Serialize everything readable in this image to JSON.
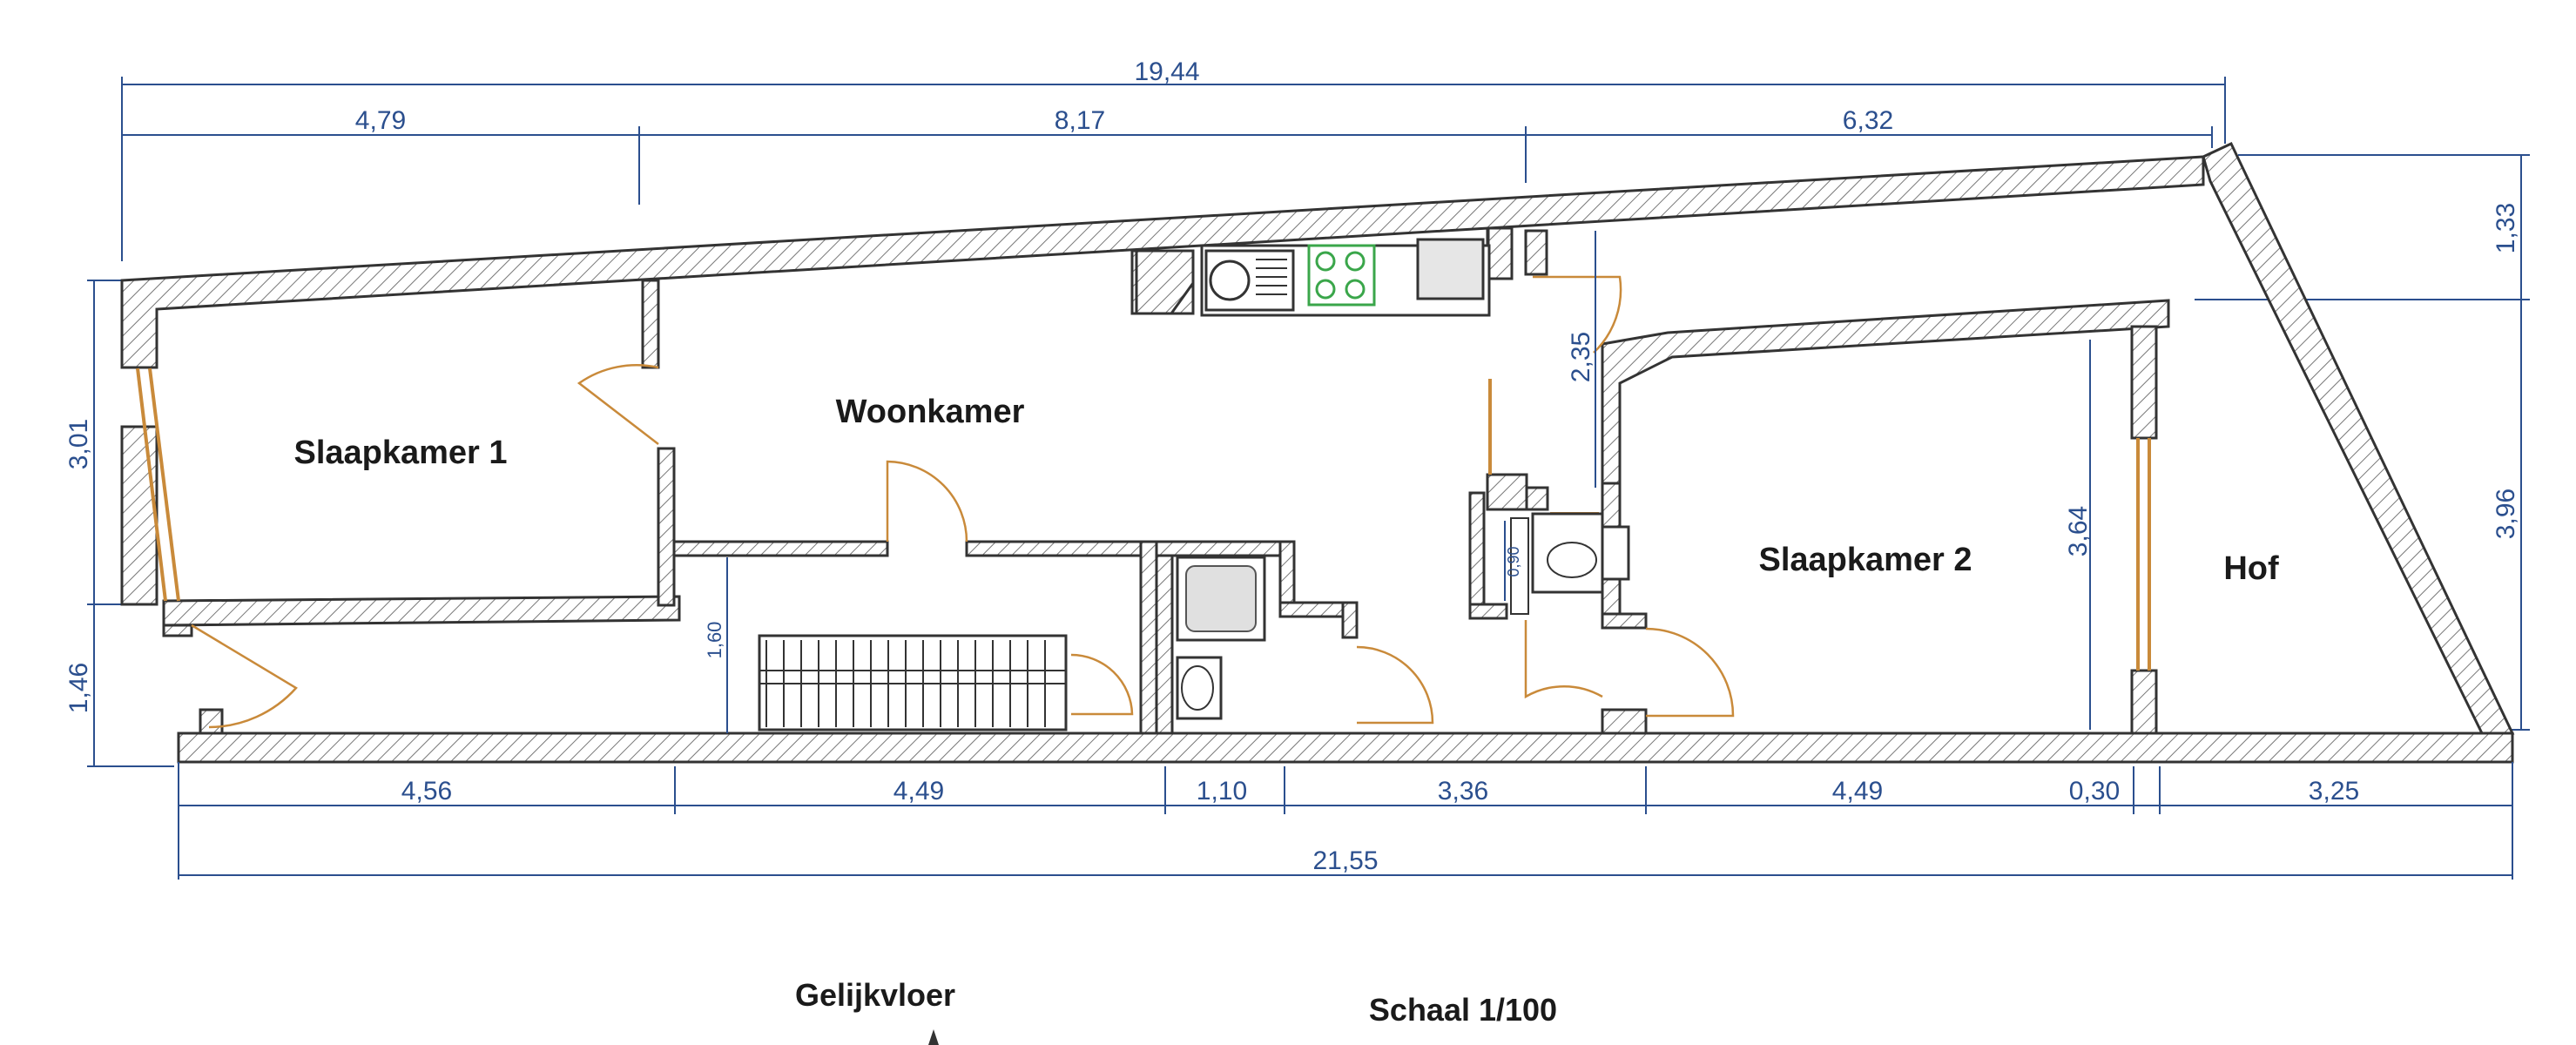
{
  "rooms": {
    "slaapkamer1": "Slaapkamer 1",
    "woonkamer": "Woonkamer",
    "slaapkamer2": "Slaapkamer 2",
    "hof": "Hof"
  },
  "dimensions": {
    "top_total": "19,44",
    "top_a": "4,79",
    "top_b": "8,17",
    "top_c": "6,32",
    "left_a": "3,01",
    "left_b": "1,46",
    "right_a": "1,33",
    "right_b": "3,96",
    "hall_height": "2,35",
    "stair_width": "1,60",
    "toilet_width": "0,90",
    "bedroom2_depth": "3,64",
    "bottom_a": "4,56",
    "bottom_b": "4,49",
    "bottom_c": "1,10",
    "bottom_d": "3,36",
    "bottom_e": "4,49",
    "bottom_f": "0,30",
    "bottom_g": "3,25",
    "bottom_total": "21,55"
  },
  "captions": {
    "floor": "Gelijkvloer",
    "scale": "Schaal 1/100"
  },
  "colors": {
    "dimension": "#2b4f8e",
    "door": "#c98a3a",
    "wall": "#333333"
  }
}
